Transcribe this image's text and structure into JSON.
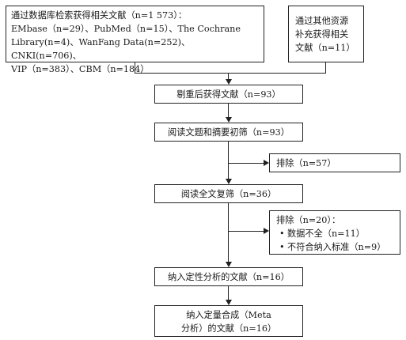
{
  "boxes": {
    "database_search": {
      "lines": [
        "通过数据库检索获得相关文献（n=1 573）：",
        "EMbase（n=29）、PubMed（n=15）、The Cochrane",
        "Library(n=4)、WanFang Data(n=252)、CNKI(n=706)、",
        "VIP（n=383）、CBM（n=184）"
      ]
    },
    "other_sources": {
      "lines": [
        "通过其他资源",
        "补充获得相关",
        "文献（n=11）"
      ]
    },
    "after_dedup": {
      "text": "剔重后获得文献（n=93）"
    },
    "title_abstract_screen": {
      "text": "阅读文题和摘要初筛（n=93）"
    },
    "excluded_1": {
      "text": "排除（n=57）"
    },
    "fulltext_review": {
      "text": "阅读全文复筛（n=36）"
    },
    "excluded_2": {
      "header": "排除（n=20）：",
      "items": [
        "数据不全（n=11）",
        "不符合纳入标准（n=9）"
      ]
    },
    "qualitative": {
      "text": "纳入定性分析的文献（n=16）"
    },
    "quantitative": {
      "lines": [
        "纳入定量合成（Meta",
        "分析）的文献（n=16）"
      ]
    }
  }
}
